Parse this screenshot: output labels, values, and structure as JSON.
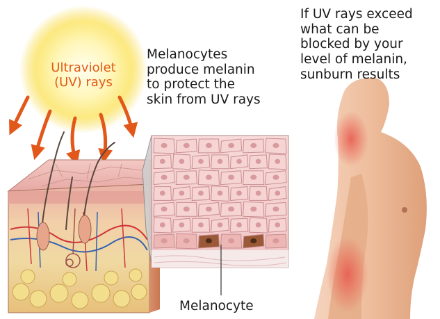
{
  "sun": {
    "label_lines": [
      "Ultraviolet",
      "(UV) rays"
    ]
  },
  "melanocytes_text": {
    "lines": [
      "Melanocytes",
      "produce melanin",
      "to protect the",
      "skin from UV rays"
    ]
  },
  "sunburn_text": {
    "lines": [
      "If UV rays exceed",
      "what can be",
      "blocked by your",
      "level of melanin,",
      "sunburn results"
    ]
  },
  "melanocyte_label": "Melanocyte",
  "colors": {
    "sun_core": "#fffbe0",
    "sun_glow": "#f5d63c",
    "arrow": "#e2571a",
    "skin_top": "#f1c3bf",
    "cell_fill": "#f6d4d4",
    "cell_edge": "#c98d90",
    "melanocyte": "#9a5a37",
    "body_skin": "#eebd9c",
    "sunburn": "#e8574b"
  }
}
